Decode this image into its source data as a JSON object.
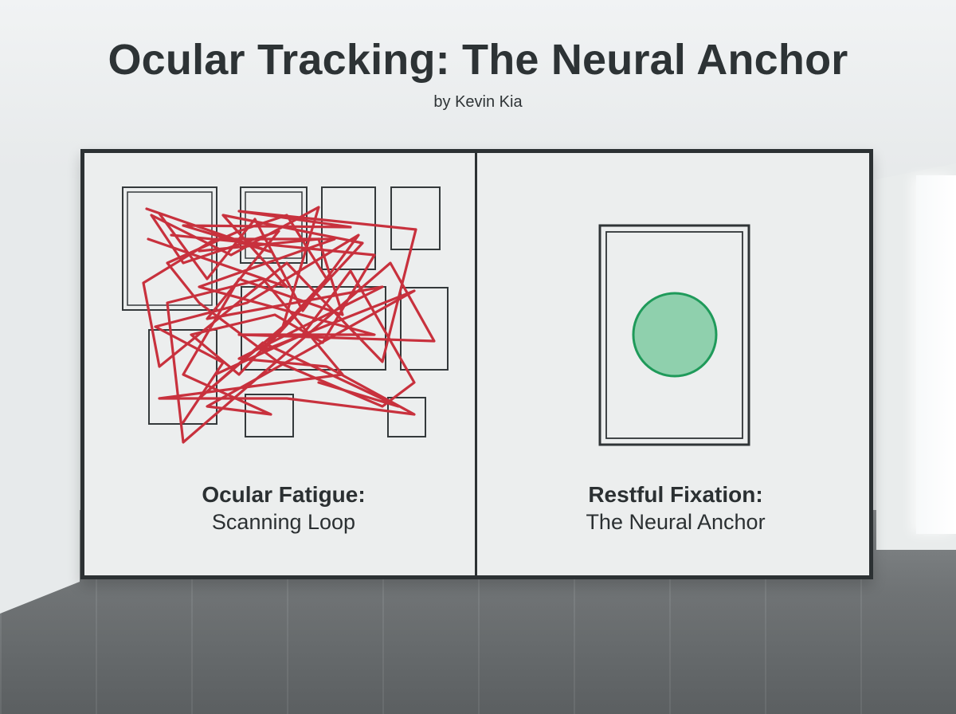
{
  "header": {
    "title": "Ocular Tracking: The Neural Anchor",
    "byline": "by Kevin Kia"
  },
  "left_panel": {
    "heading": "Ocular Fatigue:",
    "subheading": "Scanning Loop",
    "scan_color": "#c8313d"
  },
  "right_panel": {
    "heading": "Restful Fixation:",
    "subheading": "The Neural Anchor",
    "anchor_color": "#8fd0ad",
    "anchor_stroke": "#1f9a5a"
  }
}
